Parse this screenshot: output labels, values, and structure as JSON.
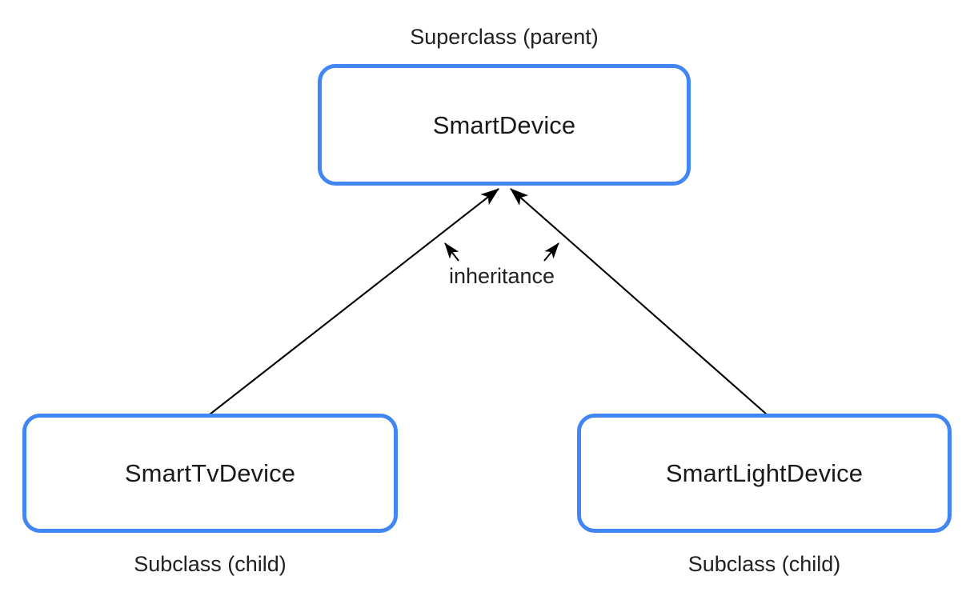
{
  "diagram": {
    "type": "class-inheritance",
    "background_color": "#ffffff",
    "box_border_color": "#4285f4",
    "edge_color": "#000000",
    "text_color": "#202124",
    "superclass": {
      "caption": "Superclass (parent)",
      "name": "SmartDevice"
    },
    "subclasses": [
      {
        "caption": "Subclass (child)",
        "name": "SmartTvDevice"
      },
      {
        "caption": "Subclass (child)",
        "name": "SmartLightDevice"
      }
    ],
    "relationship": {
      "label": "inheritance",
      "arrow_direction": "child-to-parent"
    }
  }
}
